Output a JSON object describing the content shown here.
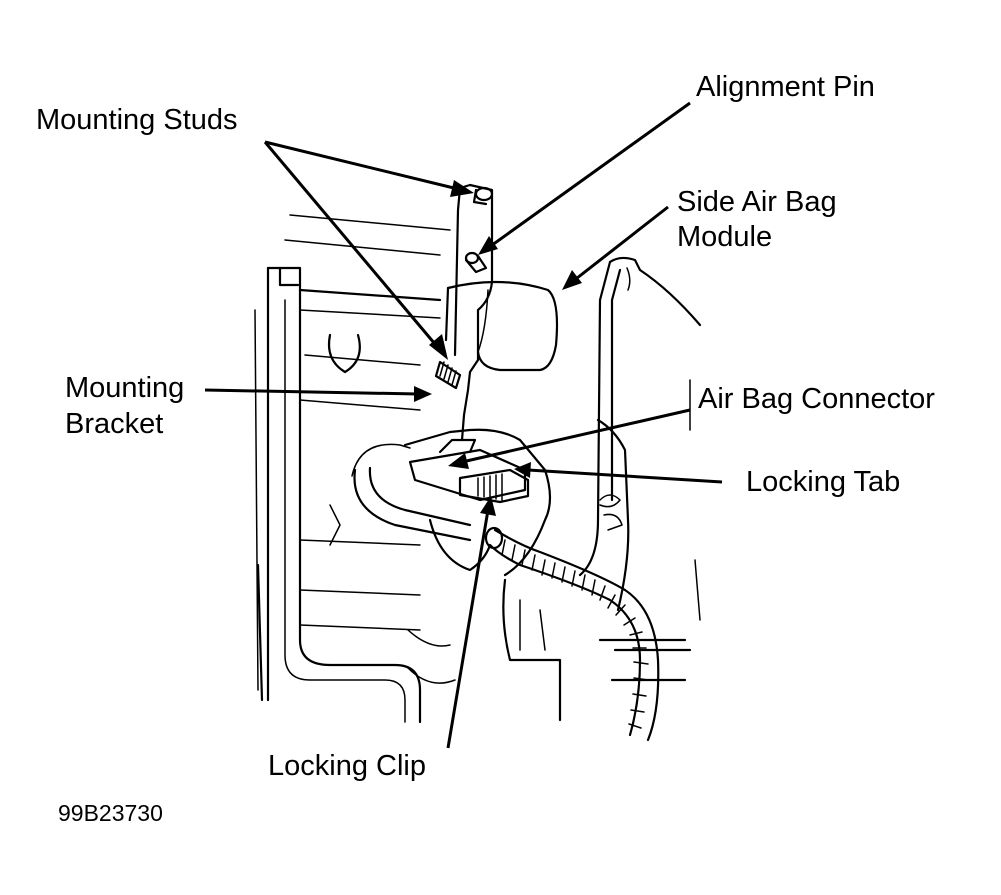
{
  "labels": {
    "mounting_studs": "Mounting Studs",
    "alignment_pin": "Alignment Pin",
    "side_air_bag_module_line1": "Side Air Bag",
    "side_air_bag_module_line2": "Module",
    "mounting_bracket_line1": "Mounting",
    "mounting_bracket_line2": "Bracket",
    "air_bag_connector": "Air Bag Connector",
    "locking_tab": "Locking Tab",
    "locking_clip": "Locking Clip"
  },
  "figure_id": "99B23730"
}
